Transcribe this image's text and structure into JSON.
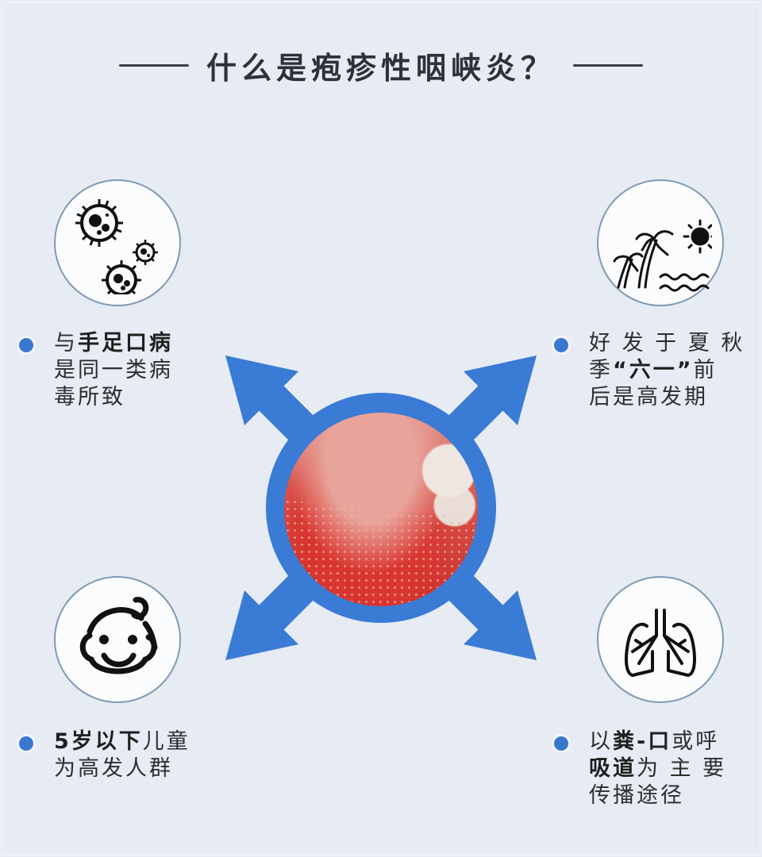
{
  "title": "什么是疱疹性咽峡炎？",
  "colors": {
    "background": "#e6ebf4",
    "accent_blue": "#3a7bd5",
    "text": "#2d2d2d",
    "icon_ring": "#7f9ab4"
  },
  "center": {
    "image": "throat-photo-with-herpangina-lesions",
    "arrows": [
      "up-left",
      "up-right",
      "down-left",
      "down-right"
    ]
  },
  "items": [
    {
      "position": "top-left",
      "icon": "virus-icon",
      "lines": [
        {
          "plain": "与",
          "bold": "手足口病"
        },
        {
          "plain": "是同一类病",
          "bold": ""
        },
        {
          "plain": "毒所致",
          "bold": ""
        }
      ]
    },
    {
      "position": "top-right",
      "icon": "summer-beach-icon",
      "lines": [
        {
          "plain": "好 发 于 夏 秋",
          "bold": ""
        },
        {
          "plain": "季",
          "bold": "“六一”",
          "after": "前"
        },
        {
          "plain": "后是高发期",
          "bold": ""
        }
      ]
    },
    {
      "position": "bottom-left",
      "icon": "baby-face-icon",
      "lines": [
        {
          "plain": "",
          "bold": "5岁以下",
          "after": "儿童"
        },
        {
          "plain": "为高发人群",
          "bold": ""
        }
      ]
    },
    {
      "position": "bottom-right",
      "icon": "lungs-icon",
      "lines": [
        {
          "plain": "以",
          "bold": "粪-口",
          "after": "或呼"
        },
        {
          "plain": "",
          "bold": "吸道",
          "after": "为 主 要"
        },
        {
          "plain": "传播途径",
          "bold": ""
        }
      ]
    }
  ]
}
